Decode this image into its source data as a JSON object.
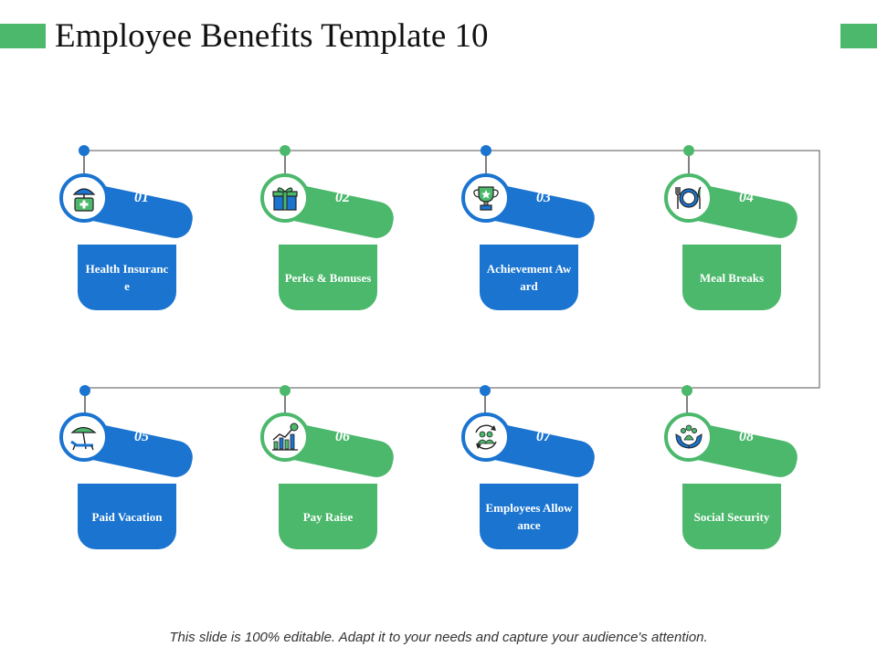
{
  "header": {
    "title": "Employee Benefits Template 10"
  },
  "footer": {
    "text": "This slide is 100% editable. Adapt it to your needs and capture your audience's attention."
  },
  "colors": {
    "blue": "#1a74d0",
    "green": "#4cb86c",
    "line": "#555555"
  },
  "benefits": [
    {
      "number": "01",
      "label": "Health Insurance",
      "icon": "medical-kit-umbrella-icon",
      "color": "blue"
    },
    {
      "number": "02",
      "label": "Perks & Bonuses",
      "icon": "gift-box-icon",
      "color": "green"
    },
    {
      "number": "03",
      "label": "Achievement Award",
      "icon": "trophy-icon",
      "color": "blue"
    },
    {
      "number": "04",
      "label": "Meal Breaks",
      "icon": "plate-cutlery-icon",
      "color": "green"
    },
    {
      "number": "05",
      "label": "Paid Vacation",
      "icon": "beach-chair-umbrella-icon",
      "color": "blue"
    },
    {
      "number": "06",
      "label": "Pay Raise",
      "icon": "growth-chart-icon",
      "color": "green"
    },
    {
      "number": "07",
      "label": "Employees Allowance",
      "icon": "people-cycle-icon",
      "color": "blue"
    },
    {
      "number": "08",
      "label": "Social Security",
      "icon": "hands-people-icon",
      "color": "green"
    }
  ]
}
